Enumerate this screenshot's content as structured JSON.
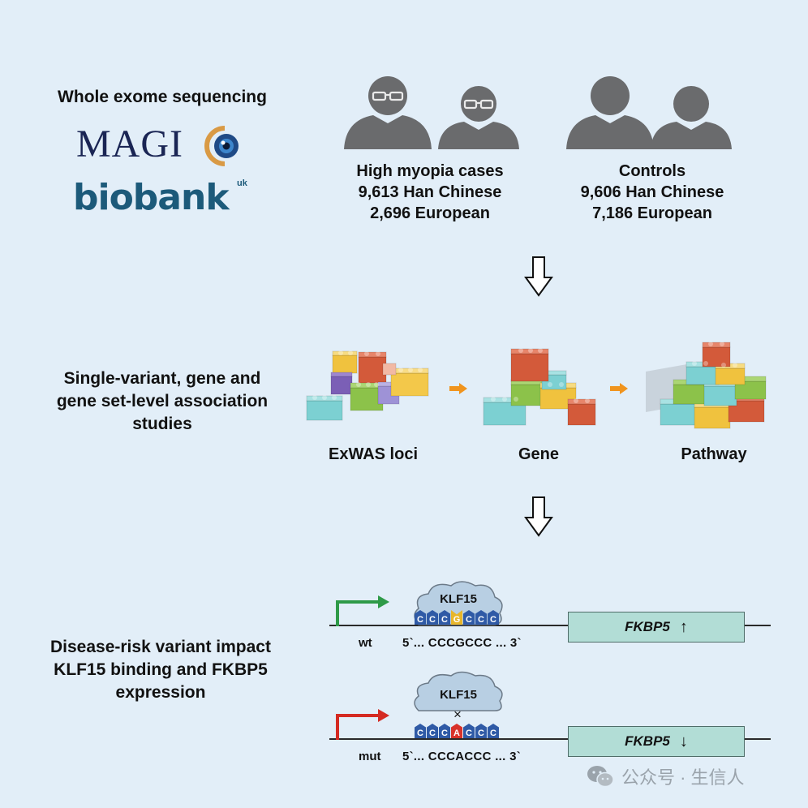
{
  "step1": {
    "label": "Whole exome sequencing",
    "logo_magic": "MAGI",
    "logo_biobank": "biobank",
    "logo_uk": "uk",
    "cases": [
      "High myopia cases",
      "9,613 Han Chinese",
      "2,696 European"
    ],
    "controls": [
      "Controls",
      "9,606 Han Chinese",
      "7,186 European"
    ]
  },
  "step2": {
    "label": [
      "Single-variant, gene and",
      "gene set-level association",
      "studies"
    ],
    "stages": [
      "ExWAS loci",
      "Gene",
      "Pathway"
    ]
  },
  "step3": {
    "label": [
      "Disease-risk variant impact",
      "KLF15 binding and FKBP5",
      "expression"
    ],
    "wt": {
      "tag": "wt",
      "protein": "KLF15",
      "bases": [
        "C",
        "C",
        "C",
        "G",
        "C",
        "C",
        "C"
      ],
      "sequence": "5`... CCCGCCC ... 3`",
      "gene": "FKBP5",
      "arrow": "↑"
    },
    "mut": {
      "tag": "mut",
      "protein": "KLF15",
      "blocked": "×",
      "bases": [
        "C",
        "C",
        "C",
        "A",
        "C",
        "C",
        "C"
      ],
      "sequence": "5`... CCCACCC ... 3`",
      "gene": "FKBP5",
      "arrow": "↓"
    }
  },
  "watermark": "公众号 · 生信人",
  "colors": {
    "background": "#e2eef8",
    "promoter_wt": "#2e9a48",
    "promoter_mut": "#d42a22",
    "base_c": "#2f5aa6",
    "base_g": "#e8b62a",
    "base_a": "#d8322a",
    "gene_box": "#b2ddd6",
    "cloud": "#b8cfe3",
    "arrow_orange": "#f0941e"
  }
}
